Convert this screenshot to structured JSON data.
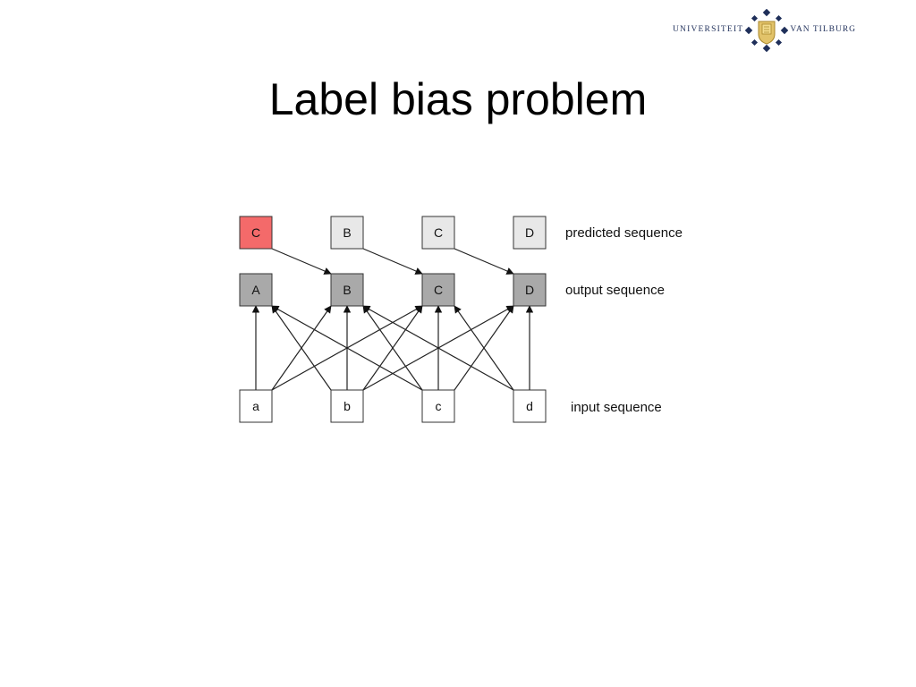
{
  "slide": {
    "title": "Label bias problem"
  },
  "logo": {
    "left_word": "Universiteit",
    "right_word": "van Tilburg"
  },
  "diagram": {
    "rows": [
      {
        "id": "predicted",
        "label": "predicted sequence",
        "nodes": [
          "C",
          "B",
          "C",
          "D"
        ]
      },
      {
        "id": "output",
        "label": "output sequence",
        "nodes": [
          "A",
          "B",
          "C",
          "D"
        ]
      },
      {
        "id": "input",
        "label": "input sequence",
        "nodes": [
          "a",
          "b",
          "c",
          "d"
        ]
      }
    ],
    "colors": {
      "predicted_error": "#f46a6a",
      "predicted_fill": "#e8e8e8",
      "output_fill": "#a9a9a9",
      "input_fill": "#ffffff",
      "stroke": "#333333"
    },
    "edges_predicted_to_output": [
      [
        0,
        1
      ],
      [
        1,
        2
      ],
      [
        2,
        3
      ]
    ],
    "edges_input_to_output": [
      [
        0,
        0
      ],
      [
        0,
        1
      ],
      [
        0,
        2
      ],
      [
        1,
        0
      ],
      [
        1,
        1
      ],
      [
        1,
        2
      ],
      [
        1,
        3
      ],
      [
        2,
        0
      ],
      [
        2,
        1
      ],
      [
        2,
        2
      ],
      [
        2,
        3
      ],
      [
        3,
        1
      ],
      [
        3,
        2
      ],
      [
        3,
        3
      ]
    ]
  }
}
